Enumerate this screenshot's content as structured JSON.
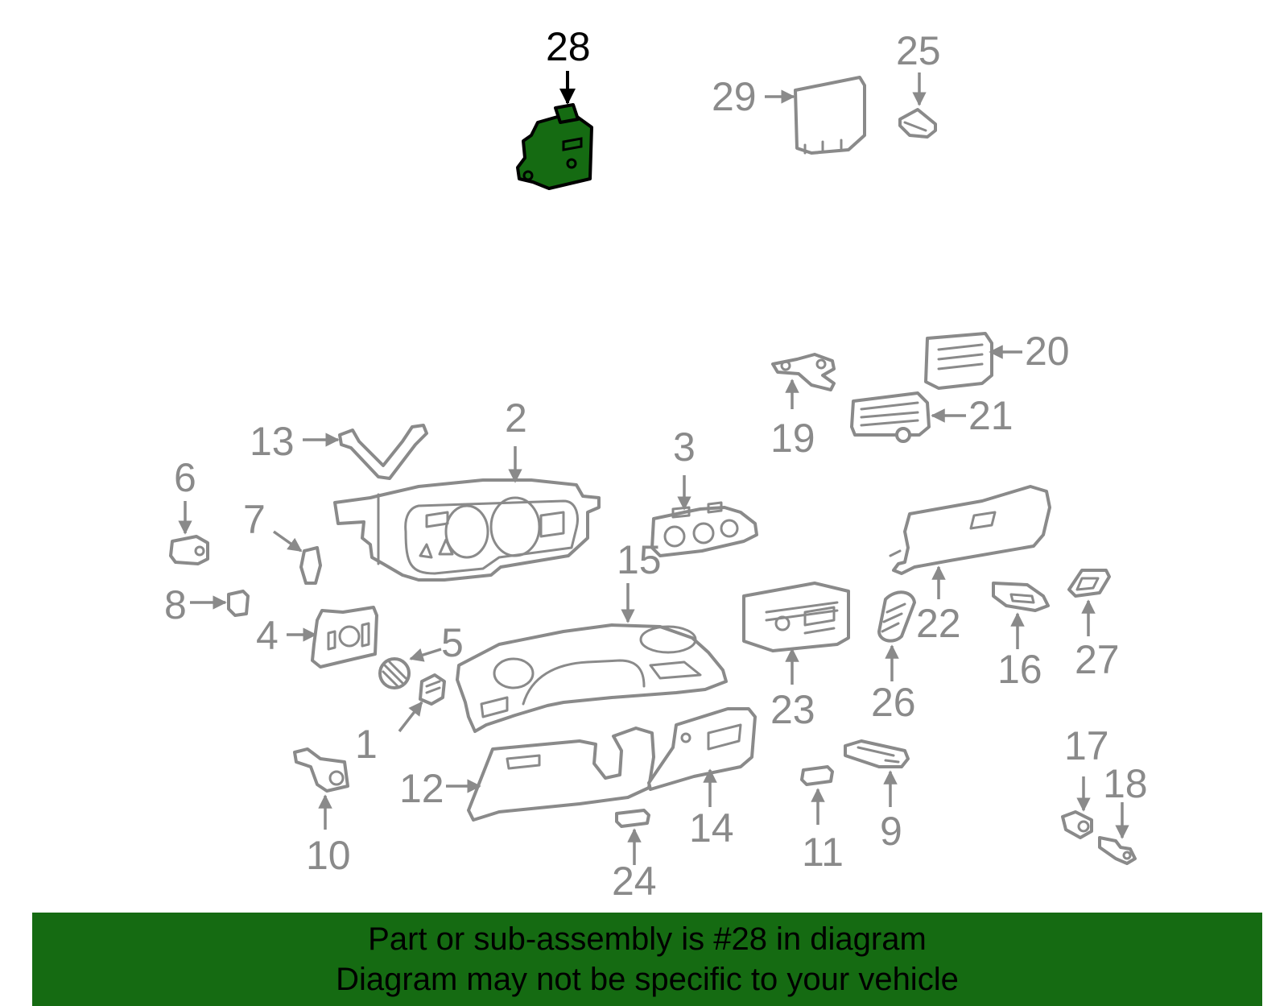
{
  "highlight_color": "#156b12",
  "callouts": [
    {
      "id": "28",
      "label": "28",
      "highlighted": true
    },
    {
      "id": "29",
      "label": "29"
    },
    {
      "id": "25",
      "label": "25"
    },
    {
      "id": "20",
      "label": "20"
    },
    {
      "id": "21",
      "label": "21"
    },
    {
      "id": "19",
      "label": "19"
    },
    {
      "id": "13",
      "label": "13"
    },
    {
      "id": "2",
      "label": "2"
    },
    {
      "id": "3",
      "label": "3"
    },
    {
      "id": "6",
      "label": "6"
    },
    {
      "id": "7",
      "label": "7"
    },
    {
      "id": "8",
      "label": "8"
    },
    {
      "id": "4",
      "label": "4"
    },
    {
      "id": "5",
      "label": "5"
    },
    {
      "id": "1",
      "label": "1"
    },
    {
      "id": "15",
      "label": "15"
    },
    {
      "id": "22",
      "label": "22"
    },
    {
      "id": "16",
      "label": "16"
    },
    {
      "id": "27",
      "label": "27"
    },
    {
      "id": "23",
      "label": "23"
    },
    {
      "id": "26",
      "label": "26"
    },
    {
      "id": "12",
      "label": "12"
    },
    {
      "id": "14",
      "label": "14"
    },
    {
      "id": "10",
      "label": "10"
    },
    {
      "id": "24",
      "label": "24"
    },
    {
      "id": "11",
      "label": "11"
    },
    {
      "id": "9",
      "label": "9"
    },
    {
      "id": "17",
      "label": "17"
    },
    {
      "id": "18",
      "label": "18"
    }
  ],
  "banner": {
    "line1": "Part or sub-assembly is #28 in diagram",
    "line2": "Diagram may not be specific to your vehicle"
  }
}
